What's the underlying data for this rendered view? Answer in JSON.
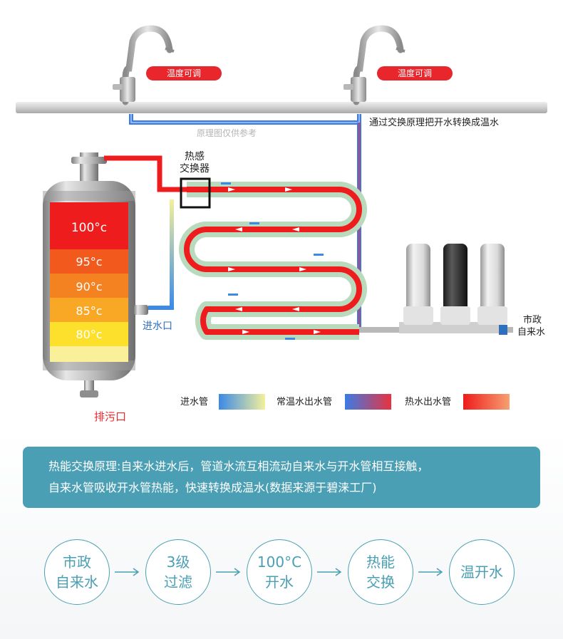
{
  "labels": {
    "temp_adjust_left": "温度可调",
    "temp_adjust_right": "温度可调",
    "principle_note": "通过交换原理把开水转换成温水",
    "reference_note": "原理图仅供参考",
    "heat_exchanger_line1": "热感",
    "heat_exchanger_line2": "交换器",
    "inlet": "进水口",
    "drain": "排污口",
    "municipal_line1": "市政",
    "municipal_line2": "自来水"
  },
  "tank_bands": [
    {
      "label": "100°c",
      "color": "#ee1c1c"
    },
    {
      "label": "95°c",
      "color": "#f25a1d"
    },
    {
      "label": "90°c",
      "color": "#f58220"
    },
    {
      "label": "85°c",
      "color": "#f9a825"
    },
    {
      "label": "80°c",
      "color": "#fde02c"
    },
    {
      "label": "",
      "color": "#faf09a"
    }
  ],
  "legend": [
    {
      "label": "进水管",
      "from": "#3b8ae6",
      "to": "#f3f09c"
    },
    {
      "label": "常温水出水管",
      "from": "#3b7be6",
      "to": "#e8333f"
    },
    {
      "label": "热水出水管",
      "from": "#ee1c1c",
      "to": "#f7a070"
    }
  ],
  "info": {
    "line1": "热能交换原理:自来水进水后，管道水流互相流动自来水与开水管相互接触，",
    "line2": "自来水管吸收开水管热能，快速转换成温水(数据来源于碧涞工厂)"
  },
  "steps": [
    {
      "line1": "市政",
      "line2": "自来水"
    },
    {
      "line1": "3级",
      "line2": "过滤"
    },
    {
      "line1": "100°C",
      "line2": "开水"
    },
    {
      "line1": "热能",
      "line2": "交换"
    },
    {
      "line1": "温开水",
      "line2": ""
    }
  ],
  "colors": {
    "accent": "#4a9fb4",
    "hot": "#e8262b",
    "cold": "#3b7be6",
    "warm": "#f3f09c"
  }
}
